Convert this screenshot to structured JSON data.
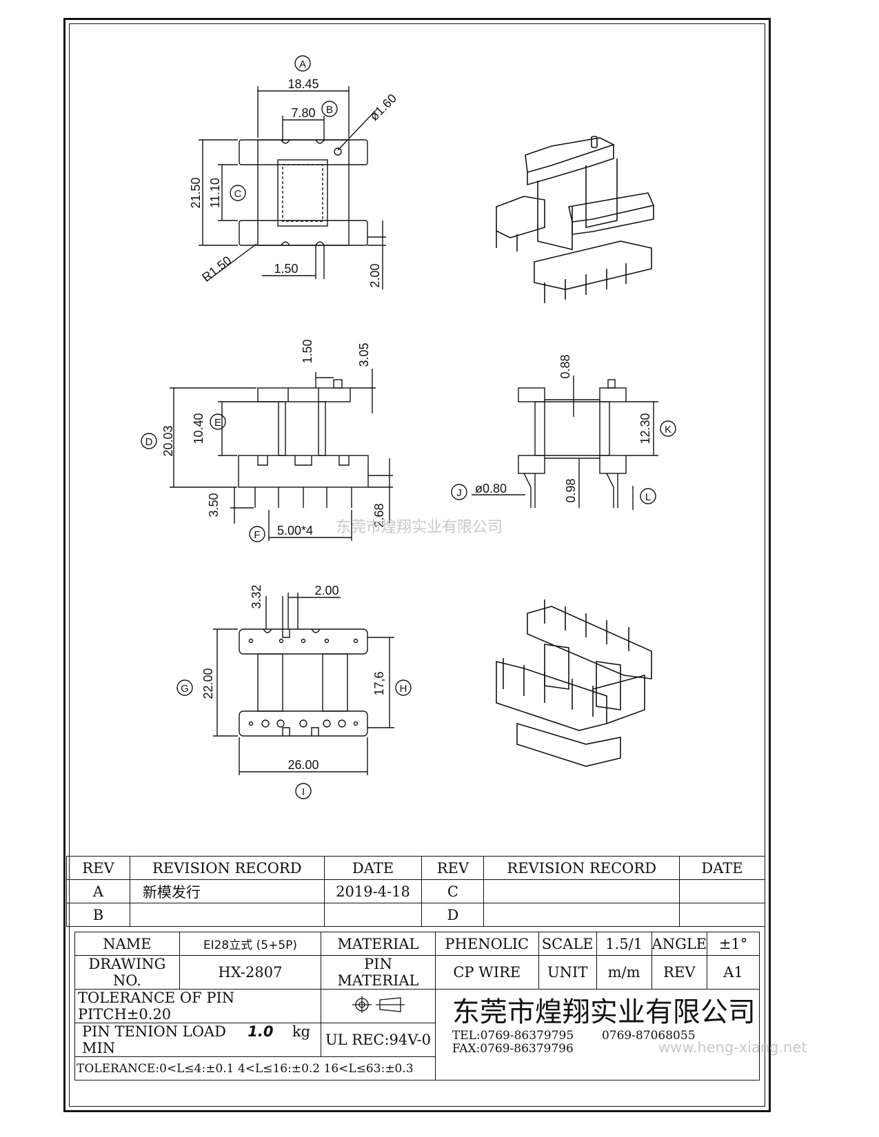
{
  "drawing": {
    "markers": {
      "a": "A",
      "b": "B",
      "c": "C",
      "d": "D",
      "e": "E",
      "f": "F",
      "g": "G",
      "h": "H",
      "i": "I",
      "j": "J",
      "k": "K",
      "l": "L"
    },
    "dims": {
      "top_width": "18.45",
      "top_inner": "7.80",
      "top_hole": "ø1.60",
      "top_height": "21.50",
      "top_inner_h": "11.10",
      "top_radius": "R1.50",
      "top_slot": "1.50",
      "top_offset": "2.00",
      "side_pin": "1.50",
      "side_top": "3.05",
      "side_height": "20.03",
      "side_flange": "10.40",
      "side_pin_len": "3.50",
      "side_pitch": "5.00*4",
      "side_foot": "2.68",
      "end_gap": "0.88",
      "end_height": "12.30",
      "end_pin": "ø0.80",
      "end_bottom": "0.98",
      "bot_slot": "3.32",
      "bot_gap": "2.00",
      "bot_height": "22.00",
      "bot_inner": "17,6",
      "bot_width": "26.00"
    },
    "watermark": "东莞市煌翔实业有限公司"
  },
  "revision": {
    "headers": [
      "REV",
      "REVISION RECORD",
      "DATE",
      "REV",
      "REVISION RECORD",
      "DATE"
    ],
    "rows": [
      [
        "A",
        "新模发行",
        "2019-4-18",
        "C",
        "",
        ""
      ],
      [
        "B",
        "",
        "",
        "D",
        "",
        ""
      ]
    ]
  },
  "title_block": {
    "name_label": "NAME",
    "name_value": "EI28立式 (5+5P)",
    "material_label": "MATERIAL",
    "material_value": "PHENOLIC",
    "scale_label": "SCALE",
    "scale_value": "1.5/1",
    "angle_label": "ANGLE",
    "angle_value": "±1°",
    "drawing_no_label": "DRAWING NO.",
    "drawing_no_value": "HX-2807",
    "pin_material_label": "PIN MATERIAL",
    "pin_material_value": "CP WIRE",
    "unit_label": "UNIT",
    "unit_value": "m/m",
    "rev_label": "REV",
    "rev_value": "A1",
    "tolerance_pitch": "TOLERANCE OF PIN PITCH±0.20",
    "pin_tension_label": "PIN TENION LOAD",
    "pin_tension_value": "1.0",
    "pin_tension_unit": "kg MIN",
    "ul": "UL REC:94V-0",
    "tolerance_general": "TOLERANCE:0<L≤4:±0.1  4<L≤16:±0.2  16<L≤63:±0.3",
    "company": "东莞市煌翔实业有限公司",
    "tel": "TEL:0769-86379795",
    "tel2": "0769-87068055",
    "fax": "FAX:0769-86379796",
    "website": "www.heng-xiang.net"
  }
}
